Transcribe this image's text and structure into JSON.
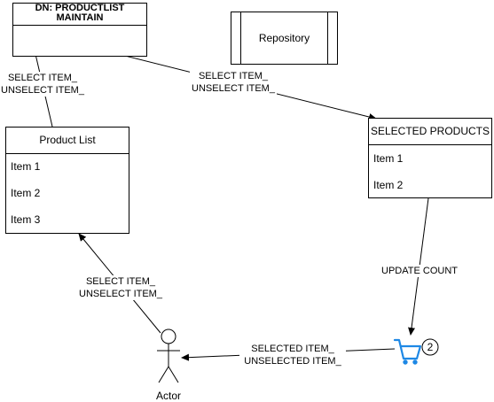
{
  "maintain": {
    "title": "DN: PRODUCTLIST\nMAINTAIN"
  },
  "repository": {
    "label": "Repository"
  },
  "product_list": {
    "title": "Product List",
    "items": [
      "Item 1",
      "Item 2",
      "Item 3"
    ]
  },
  "selected_products": {
    "title": "SELECTED PRODUCTS",
    "items": [
      "Item 1",
      "Item 2"
    ]
  },
  "edges": {
    "productlist_to_maintain": "SELECT ITEM_\nUNSELECT ITEM_",
    "maintain_to_selected": "SELECT ITEM_\nUNSELECT ITEM_",
    "selected_to_cart": "UPDATE COUNT",
    "cart_to_actor": "SELECTED ITEM_\nUNSELECTED ITEM_",
    "actor_to_productlist": "SELECT ITEM_\nUNSELECT ITEM_"
  },
  "cart": {
    "badge": "2",
    "color": "#1e88e5"
  },
  "actor": {
    "label": "Actor"
  }
}
